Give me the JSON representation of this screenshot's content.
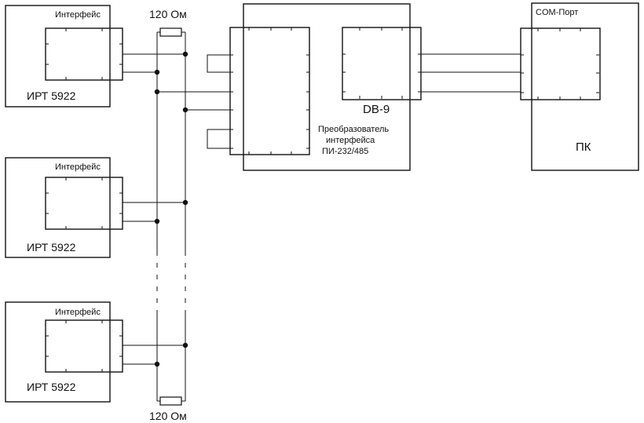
{
  "resistors": {
    "top_label": "120 Ом",
    "bottom_label": "120 Ом"
  },
  "devices": [
    {
      "interface_label": "Интерфейс",
      "device_label": "ИРТ 5922"
    },
    {
      "interface_label": "Интерфейс",
      "device_label": "ИРТ 5922"
    },
    {
      "interface_label": "Интерфейс",
      "device_label": "ИРТ 5922"
    }
  ],
  "converter": {
    "connector_label": "DB-9",
    "name_lines": [
      "Преобразователь",
      "интерфейса",
      "ПИ-232/485"
    ]
  },
  "pc": {
    "port_label": "COM-Порт",
    "label": "ПК"
  }
}
